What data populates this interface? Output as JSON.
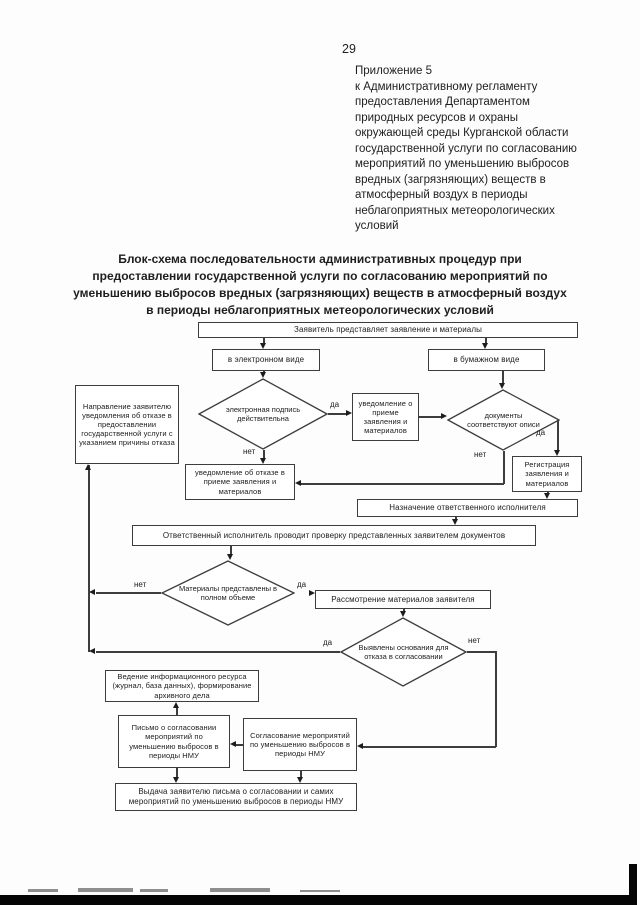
{
  "page": {
    "number": "29",
    "appendix": "Приложение 5\nк Административному регламенту\nпредоставления Департаментом\nприродных ресурсов и охраны\nокружающей среды Курганской области\nгосударственной услуги по согласованию\nмероприятий по уменьшению выбросов\nвредных (загрязняющих) веществ в\nатмосферный воздух в периоды\nнеблагоприятных метеорологических\nусловий",
    "title": "Блок-схема последовательности административных процедур при\nпредоставлении государственной услуги по согласованию мероприятий по\nуменьшению выбросов вредных (загрязняющих) веществ в атмосферный воздух\nв периоды неблагоприятных метеорологических условий"
  },
  "flowchart": {
    "labels": {
      "yes": "да",
      "no": "нет"
    },
    "nodes": {
      "applicant_submits": "Заявитель представляет заявление и материалы",
      "electronic_form": "в электронном виде",
      "paper_form": "в бумажном виде",
      "signature_valid": "электронная подпись действительна",
      "acceptance_notice": "уведомление о приеме заявления и материалов",
      "docs_match_inventory": "документы соответствуют описи",
      "registration": "Регистрация заявления и материалов",
      "rejection_notice": "уведомление об отказе в приеме заявления и материалов",
      "refusal_to_applicant": "Направление заявителю уведомления об отказе в предоставлении государственной услуги с указанием причины отказа",
      "assign_executor": "Назначение ответственного исполнителя",
      "executor_check": "Ответственный исполнитель проводит проверку представленных заявителем документов",
      "materials_complete": "Материалы представлены в полном объеме",
      "review_materials": "Рассмотрение материалов заявителя",
      "refusal_grounds": "Выявлены основания для отказа в согласовании",
      "info_resource": "Ведение информационного ресурса (журнал, база данных), формирование архивного дела",
      "approval_letter": "Письмо о согласовании мероприятий по уменьшению выбросов в периоды НМУ",
      "approval": "Согласование мероприятий по уменьшению выбросов в периоды НМУ",
      "issuance": "Выдача заявителю письма о согласовании и самих мероприятий по уменьшению выбросов в периоды НМУ"
    }
  },
  "colors": {
    "paper": "#fdfdfd",
    "ink": "#1c1c1c",
    "line": "#3d3d3d",
    "scan_artifact": "#050505"
  }
}
